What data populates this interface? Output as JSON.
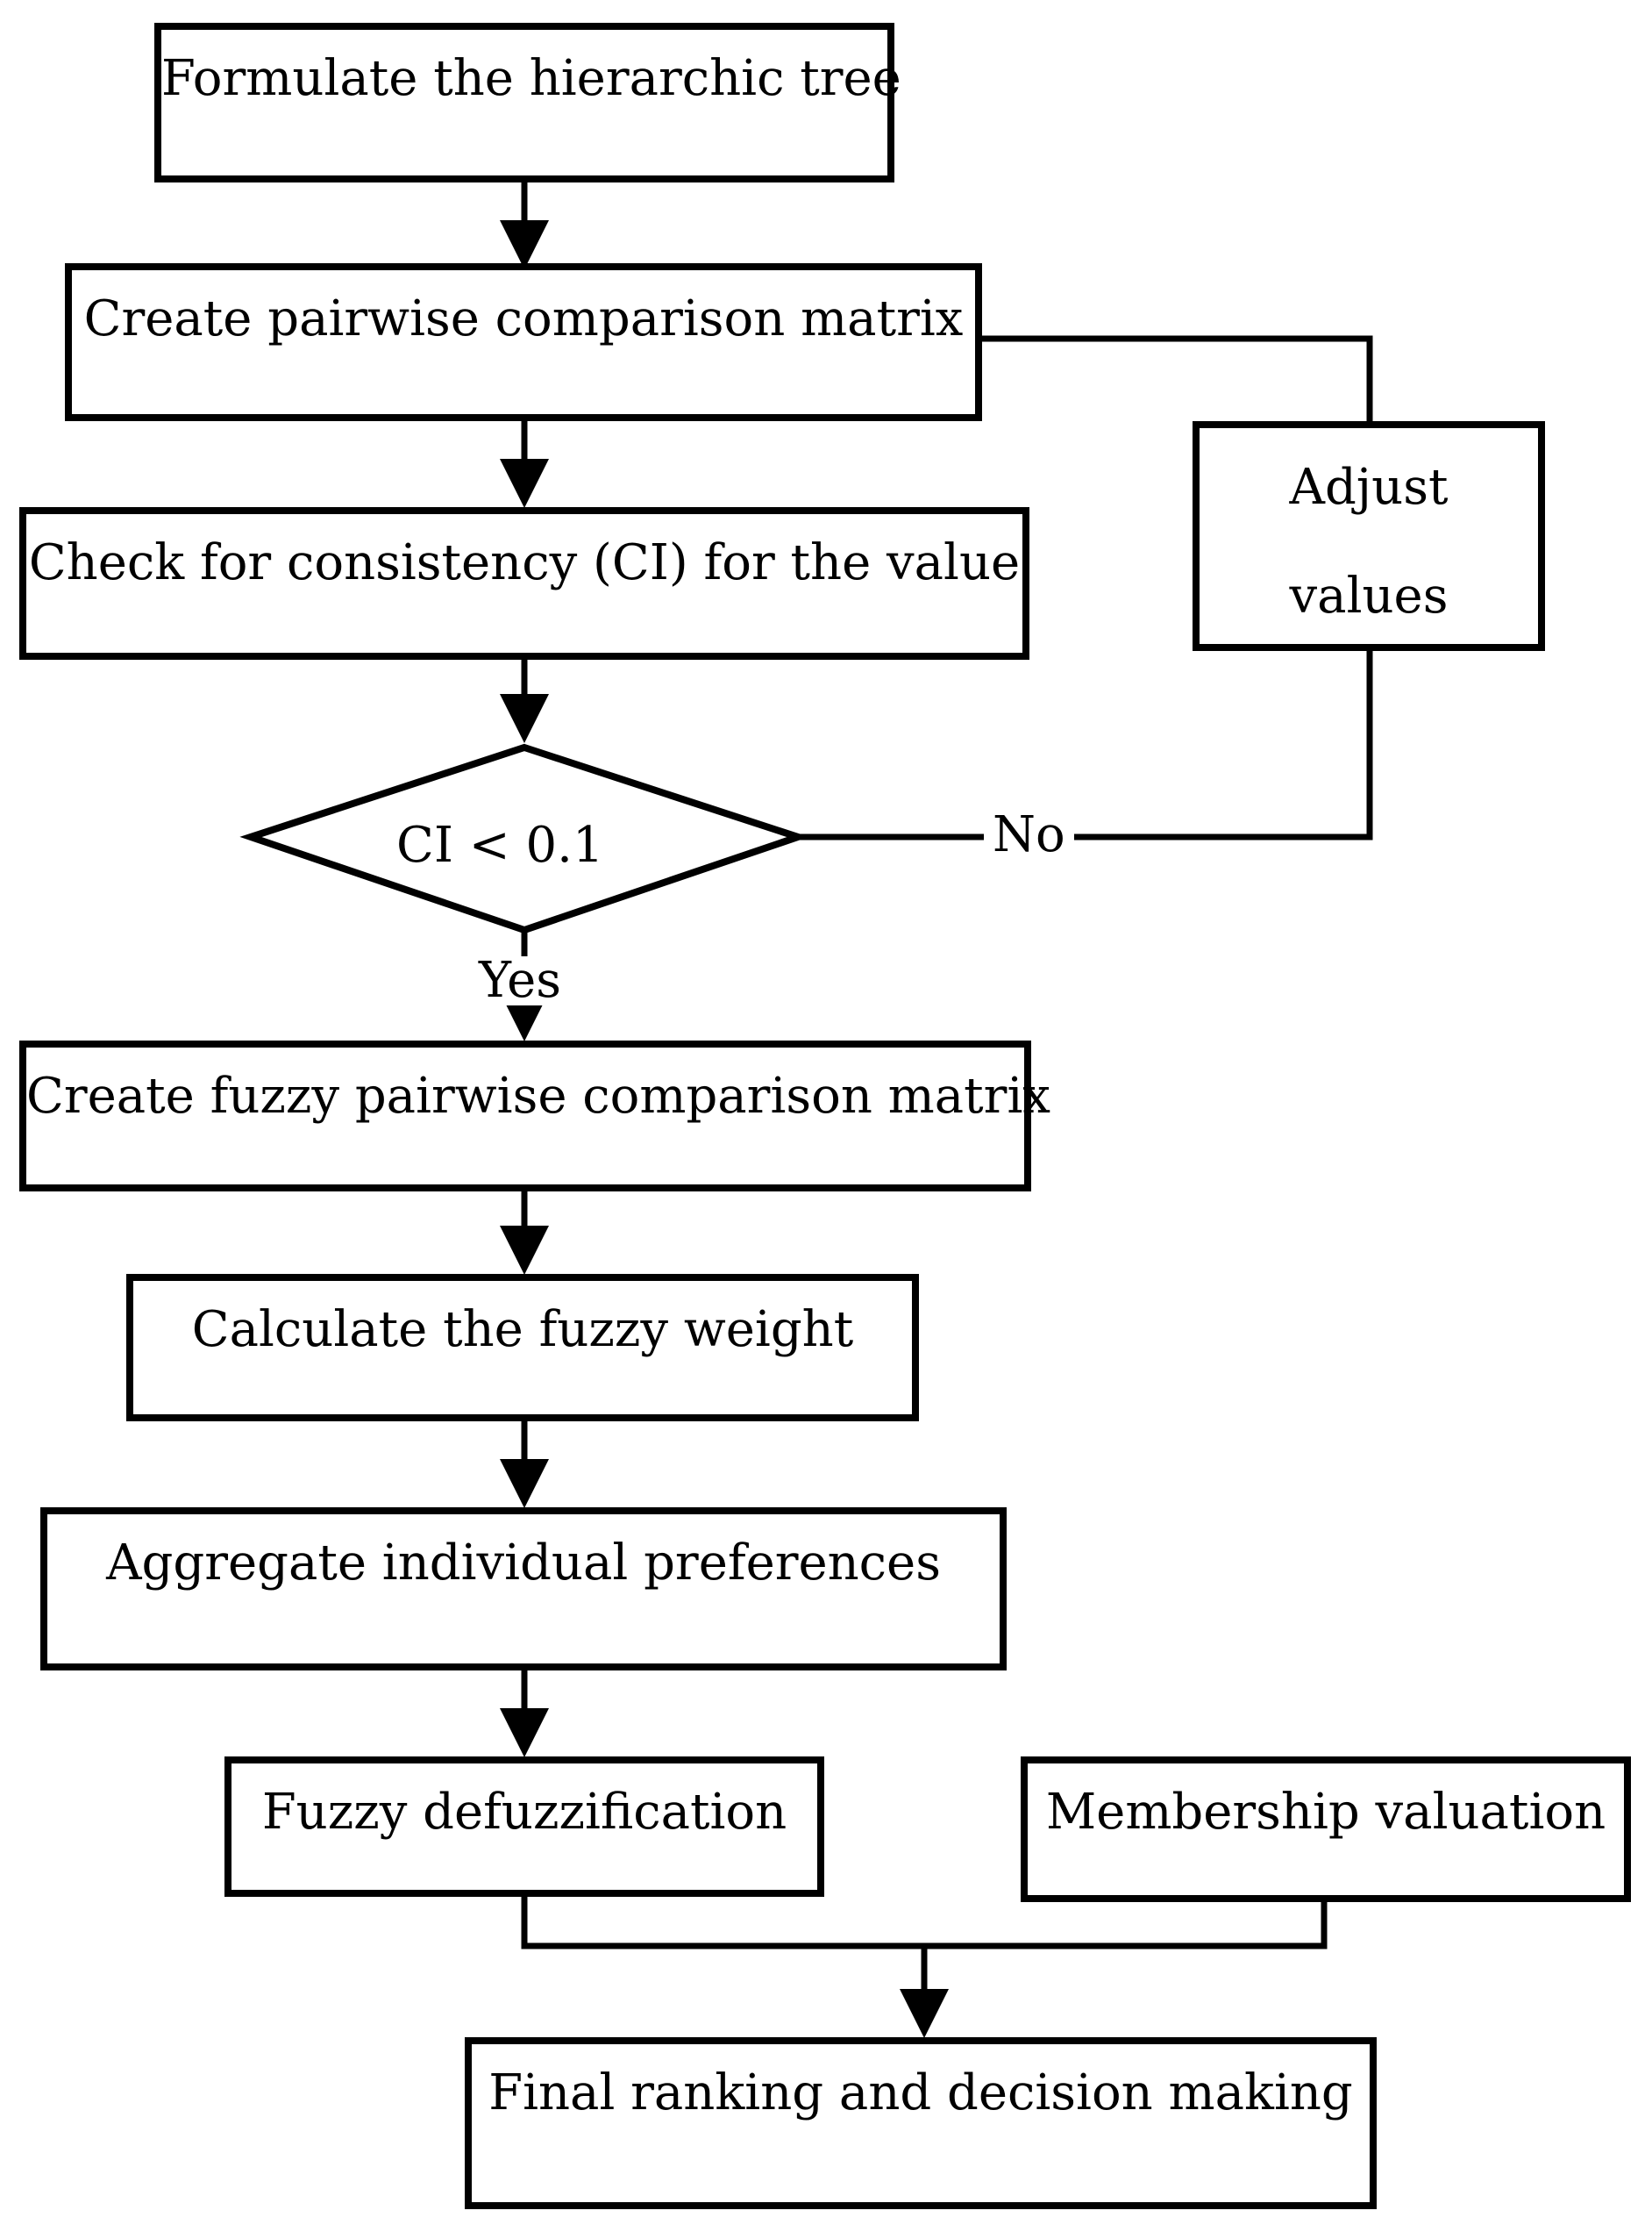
{
  "steps": {
    "formulate": "Formulate the hierarchic tree",
    "pairwise": "Create pairwise comparison matrix",
    "check": "Check for consistency (CI) for the value",
    "fuzzy_pairwise": "Create fuzzy pairwise comparison matrix",
    "fuzzy_weight": "Calculate the fuzzy weight",
    "aggregate": "Aggregate individual preferences",
    "defuzz": "Fuzzy defuzzification",
    "membership": "Membership valuation",
    "final": "Final ranking and decision making"
  },
  "adjust": {
    "line1": "Adjust",
    "line2": "values"
  },
  "decision": {
    "condition": "CI < 0.1",
    "yes_label": "Yes",
    "no_label": "No"
  }
}
